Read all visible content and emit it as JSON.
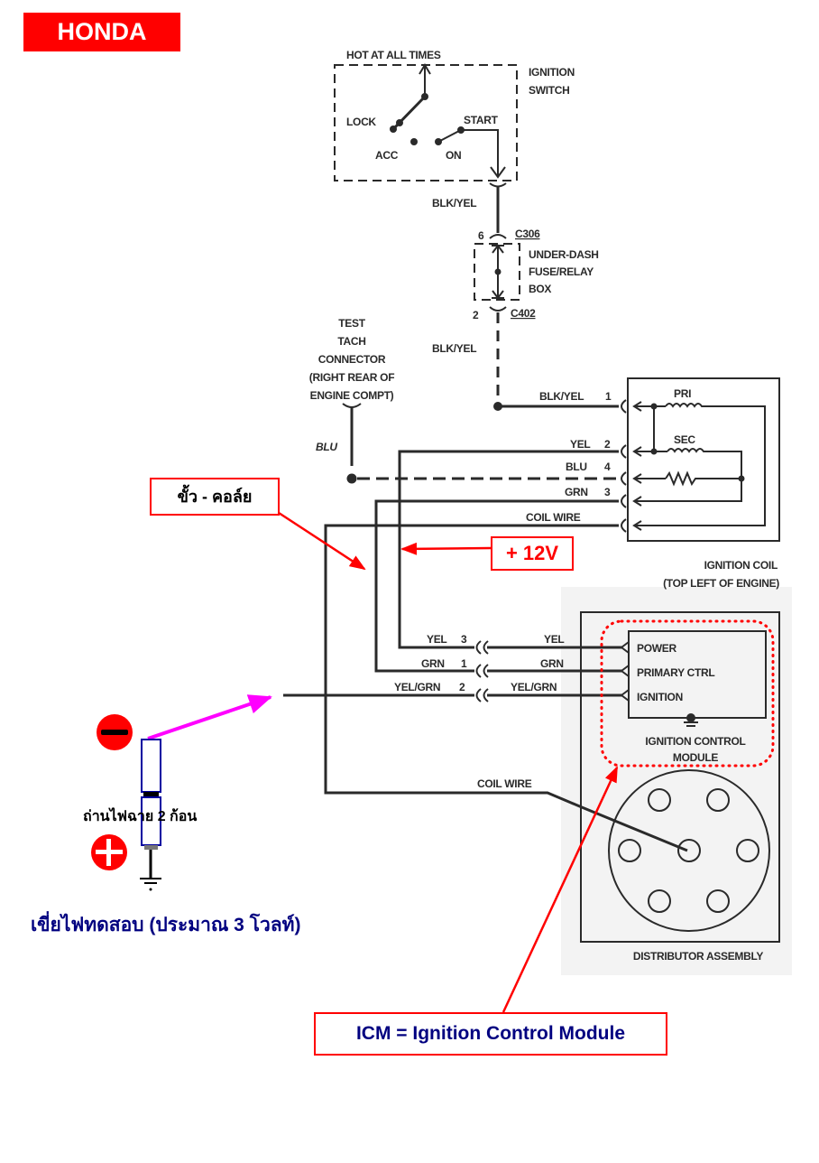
{
  "header": {
    "brand_badge": "HONDA"
  },
  "ignition_switch": {
    "title_line1": "IGNITION",
    "title_line2": "SWITCH",
    "supply_label": "HOT AT ALL TIMES",
    "positions": {
      "lock": "LOCK",
      "acc": "ACC",
      "on": "ON",
      "start": "START"
    }
  },
  "wires": {
    "switch_output": "BLK/YEL",
    "fuse_output": "BLK/YEL",
    "test_tach": "BLU"
  },
  "fuse_box": {
    "title_line1": "UNDER-DASH",
    "title_line2": "FUSE/RELAY",
    "title_line3": "BOX",
    "connector_in": {
      "pin": "6",
      "id": "C306"
    },
    "connector_out": {
      "pin": "2",
      "id": "C402"
    }
  },
  "test_tach_connector": {
    "line1": "TEST",
    "line2": "TACH",
    "line3": "CONNECTOR",
    "line4": "(RIGHT REAR OF",
    "line5": "ENGINE COMPT)"
  },
  "ignition_coil": {
    "title_line1": "IGNITION COIL",
    "title_line2": "(TOP LEFT OF ENGINE)",
    "windings": {
      "primary": "PRI",
      "secondary": "SEC"
    },
    "terminals": [
      {
        "wire": "BLK/YEL",
        "pin": "1"
      },
      {
        "wire": "YEL",
        "pin": "2"
      },
      {
        "wire": "BLU",
        "pin": "4"
      },
      {
        "wire": "GRN",
        "pin": "3"
      },
      {
        "wire": "COIL WIRE",
        "pin": ""
      }
    ]
  },
  "icm_connector": {
    "left": [
      {
        "wire": "YEL",
        "pin": "3"
      },
      {
        "wire": "GRN",
        "pin": "1"
      },
      {
        "wire": "YEL/GRN",
        "pin": "2"
      }
    ],
    "right": [
      "YEL",
      "GRN",
      "YEL/GRN"
    ]
  },
  "icm": {
    "title_line1": "IGNITION CONTROL",
    "title_line2": "MODULE",
    "terminals": [
      "POWER",
      "PRIMARY CTRL",
      "IGNITION"
    ]
  },
  "distributor": {
    "title": "DISTRIBUTOR ASSEMBLY",
    "coil_wire_label": "COIL WIRE"
  },
  "annotations": {
    "coil_negative": "ขั้ว - คอล์ย",
    "plus_12v": "+ 12V",
    "battery_label": "ถ่านไฟฉาย 2 ก้อน",
    "probe_label": "เขี่ยไฟทดสอบ (ประมาณ 3 โวลท์)",
    "icm_definition": "ICM = Ignition Control Module",
    "colors": {
      "callout_red": "#ff0000",
      "probe_arrow_magenta": "#ff00ff",
      "thai_text_navy": "#000080",
      "battery_outline_blue": "#0000a0"
    }
  }
}
